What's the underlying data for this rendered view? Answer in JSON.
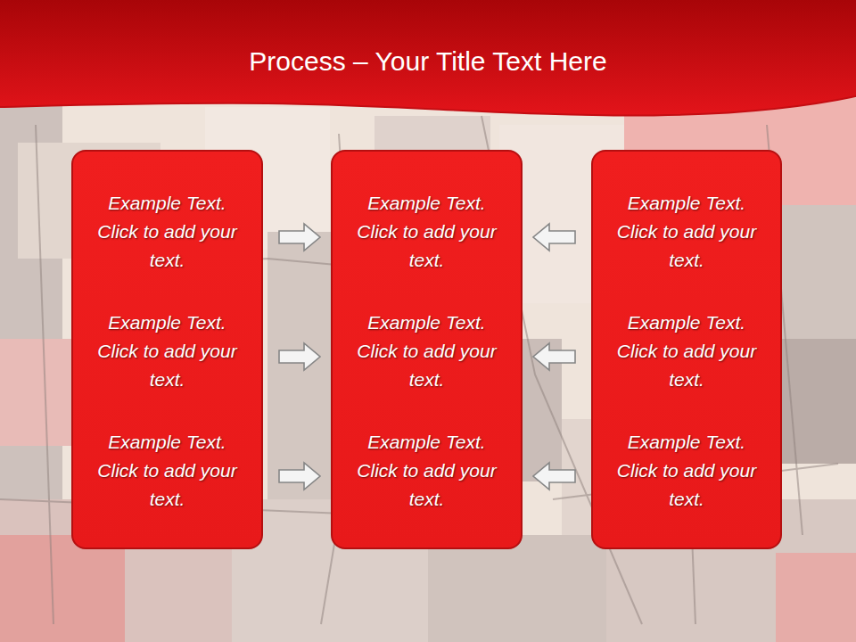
{
  "diagram": {
    "title": "Process – Your Title Text Here",
    "nodes": [
      {
        "text": [
          "Example Text. Click to add your text.",
          "Example Text. Click to add your text.",
          "Example Text. Click to add your text."
        ]
      },
      {
        "text": [
          "Example Text. Click to add your text.",
          "Example Text. Click to add your text.",
          "Example Text. Click to add your text."
        ]
      },
      {
        "text": [
          "Example Text. Click to add your text.",
          "Example Text. Click to add your text.",
          "Example Text. Click to add your text."
        ]
      }
    ],
    "edges": [
      {
        "from": 0,
        "to": 1,
        "arrow": "to"
      },
      {
        "from": 0,
        "to": 1,
        "arrow": "to"
      },
      {
        "from": 0,
        "to": 1,
        "arrow": "to"
      },
      {
        "from": 2,
        "to": 1,
        "arrow": "to"
      },
      {
        "from": 2,
        "to": 1,
        "arrow": "to"
      },
      {
        "from": 2,
        "to": 1,
        "arrow": "to"
      }
    ]
  }
}
